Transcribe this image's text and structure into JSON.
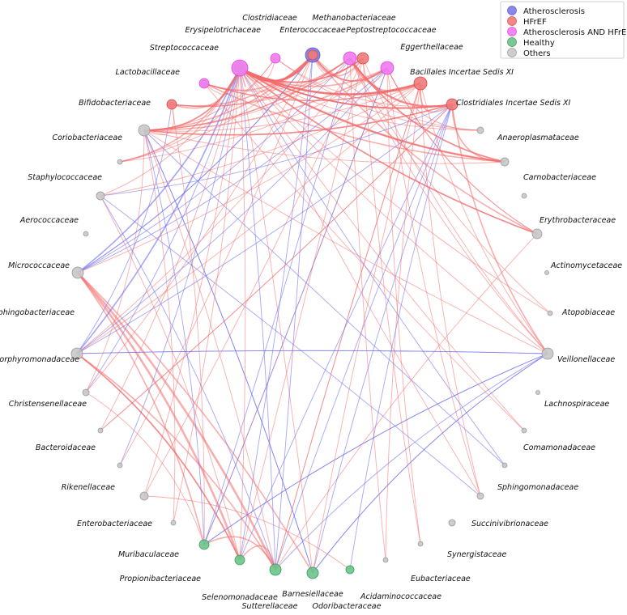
{
  "legend": [
    {
      "key": "athero",
      "label": "Atherosclerosis",
      "color": "#7b7bea"
    },
    {
      "key": "hfref",
      "label": "HFrEF",
      "color": "#f07a7a"
    },
    {
      "key": "both",
      "label": "Atherosclerosis AND HFrEF",
      "color": "#f07af0"
    },
    {
      "key": "healthy",
      "label": "Healthy",
      "color": "#6cc48a"
    },
    {
      "key": "others",
      "label": "Others",
      "color": "#c8c8c8"
    }
  ],
  "edge_colors": {
    "red": "#f36b6b",
    "blue": "#6b6bf0"
  },
  "nodes": [
    {
      "id": "Methanobacteriaceae",
      "group": "hfref",
      "size": 7
    },
    {
      "id": "Peptostreptococcaceae",
      "group": "hfref",
      "size": 8
    },
    {
      "id": "Eggerthellaceae",
      "group": "athero",
      "size": 9
    },
    {
      "id": "Bacillales Incertae Sedis XI",
      "group": "hfref",
      "size": 7
    },
    {
      "id": "Clostridiales Incertae Sedis XI",
      "group": "others",
      "size": 4
    },
    {
      "id": "Anaeroplasmataceae",
      "group": "others",
      "size": 5
    },
    {
      "id": "",
      "group": "others",
      "size": 3
    },
    {
      "id": "Carnobacteriaceae",
      "group": "others",
      "size": 6
    },
    {
      "id": "Erythrobacteraceae",
      "group": "others",
      "size": 2.5
    },
    {
      "id": "Actinomycetaceae",
      "group": "others",
      "size": 3
    },
    {
      "id": "Atopobiaceae",
      "group": "others",
      "size": 7
    },
    {
      "id": "Veillonellaceae",
      "group": "others",
      "size": 2.5
    },
    {
      "id": "Lachnospiraceae",
      "group": "others",
      "size": 3
    },
    {
      "id": "Comamonadaceae",
      "group": "others",
      "size": 3
    },
    {
      "id": "Sphingomonadaceae",
      "group": "others",
      "size": 4
    },
    {
      "id": "",
      "group": "others",
      "size": 4
    },
    {
      "id": "Succinivibrionaceae",
      "group": "others",
      "size": 3
    },
    {
      "id": "Synergistaceae",
      "group": "others",
      "size": 3
    },
    {
      "id": "Eubacteriaceae",
      "group": "healthy",
      "size": 5
    },
    {
      "id": "Acidaminococcaceae",
      "group": "healthy",
      "size": 7
    },
    {
      "id": "Odoribacteraceae",
      "group": "healthy",
      "size": 7
    },
    {
      "id": "Barnesiellaceae",
      "group": "healthy",
      "size": 6
    },
    {
      "id": "Sutterellaceae",
      "group": "healthy",
      "size": 6
    },
    {
      "id": "Selenomonadaceae",
      "group": "others",
      "size": 3
    },
    {
      "id": "Propionibacteriaceae",
      "group": "others",
      "size": 5
    },
    {
      "id": "Muribaculaceae",
      "group": "others",
      "size": 3
    },
    {
      "id": "Enterobacteriaceae",
      "group": "others",
      "size": 3
    },
    {
      "id": "Rikenellaceae",
      "group": "others",
      "size": 4
    },
    {
      "id": "",
      "group": "others",
      "size": 7
    },
    {
      "id": "Bacteroidaceae",
      "group": "others",
      "size": 7
    },
    {
      "id": "Christensenellaceae",
      "group": "others",
      "size": 3
    },
    {
      "id": "Porphyromonadaceae",
      "group": "others",
      "size": 5
    },
    {
      "id": "Sphingobacteriaceae",
      "group": "others",
      "size": 3
    },
    {
      "id": "Micrococcaceae",
      "group": "others",
      "size": 7
    },
    {
      "id": "Aerococcaceae",
      "group": "others",
      "size": 2.5
    },
    {
      "id": "Staphylococcaceae",
      "group": "others",
      "size": 4
    },
    {
      "id": "Coriobacteriaceae",
      "group": "others",
      "size": 7
    },
    {
      "id": "",
      "group": "both",
      "size": 6
    },
    {
      "id": "Bifidobacteriaceae",
      "group": "both",
      "size": 8
    },
    {
      "id": "Lactobacillaceae",
      "group": "both",
      "size": 8
    },
    {
      "id": "Streptococcaceae",
      "group": "both",
      "size": 10
    },
    {
      "id": "Erysipelotrichaceae",
      "group": "both",
      "size": 6
    },
    {
      "id": "Clostridiaceae",
      "group": "hfref",
      "size": 6
    },
    {
      "id": "Enterococcaceae",
      "group": "hfref",
      "size": 0
    }
  ],
  "edges": [
    [
      0,
      2,
      "red",
      2
    ],
    [
      0,
      40,
      "red",
      2
    ],
    [
      0,
      36,
      "red",
      1
    ],
    [
      0,
      10,
      "red",
      1
    ],
    [
      0,
      28,
      "red",
      1
    ],
    [
      0,
      33,
      "red",
      1
    ],
    [
      1,
      40,
      "red",
      3
    ],
    [
      1,
      36,
      "red",
      2
    ],
    [
      1,
      28,
      "red",
      1
    ],
    [
      1,
      20,
      "red",
      1
    ],
    [
      1,
      10,
      "red",
      1
    ],
    [
      1,
      3,
      "red",
      2
    ],
    [
      1,
      31,
      "red",
      1
    ],
    [
      2,
      40,
      "red",
      2
    ],
    [
      2,
      39,
      "red",
      2
    ],
    [
      2,
      36,
      "red",
      3
    ],
    [
      2,
      29,
      "blue",
      1
    ],
    [
      2,
      21,
      "blue",
      1
    ],
    [
      2,
      7,
      "red",
      2
    ],
    [
      2,
      4,
      "red",
      1
    ],
    [
      3,
      40,
      "red",
      2
    ],
    [
      3,
      38,
      "red",
      3
    ],
    [
      3,
      36,
      "red",
      2
    ],
    [
      3,
      33,
      "red",
      2
    ],
    [
      3,
      10,
      "red",
      2
    ],
    [
      3,
      20,
      "blue",
      1
    ],
    [
      3,
      26,
      "red",
      1
    ],
    [
      3,
      5,
      "red",
      2
    ],
    [
      4,
      40,
      "red",
      1
    ],
    [
      4,
      39,
      "red",
      1
    ],
    [
      4,
      37,
      "red",
      1
    ],
    [
      5,
      40,
      "red",
      3
    ],
    [
      5,
      41,
      "red",
      2
    ],
    [
      5,
      38,
      "red",
      2
    ],
    [
      5,
      36,
      "red",
      1
    ],
    [
      7,
      40,
      "red",
      2
    ],
    [
      7,
      39,
      "red",
      1
    ],
    [
      7,
      20,
      "red",
      1
    ],
    [
      9,
      40,
      "red",
      1
    ],
    [
      9,
      38,
      "red",
      1
    ],
    [
      10,
      40,
      "red",
      1
    ],
    [
      10,
      20,
      "blue",
      1
    ],
    [
      10,
      22,
      "blue",
      1
    ],
    [
      10,
      28,
      "blue",
      1
    ],
    [
      10,
      19,
      "blue",
      1
    ],
    [
      12,
      40,
      "red",
      1
    ],
    [
      12,
      41,
      "red",
      1
    ],
    [
      13,
      40,
      "blue",
      1
    ],
    [
      13,
      33,
      "blue",
      1
    ],
    [
      14,
      40,
      "red",
      1
    ],
    [
      14,
      1,
      "red",
      1
    ],
    [
      14,
      39,
      "red",
      1
    ],
    [
      16,
      39,
      "red",
      1
    ],
    [
      16,
      0,
      "red",
      1
    ],
    [
      17,
      38,
      "red",
      1
    ],
    [
      17,
      1,
      "red",
      1
    ],
    [
      18,
      3,
      "blue",
      1
    ],
    [
      18,
      24,
      "red",
      1
    ],
    [
      19,
      10,
      "blue",
      1
    ],
    [
      19,
      3,
      "blue",
      1
    ],
    [
      19,
      1,
      "red",
      1
    ],
    [
      19,
      40,
      "red",
      1
    ],
    [
      19,
      29,
      "red",
      2
    ],
    [
      19,
      33,
      "blue",
      1
    ],
    [
      20,
      29,
      "red",
      3
    ],
    [
      20,
      22,
      "red",
      2
    ],
    [
      20,
      21,
      "red",
      2
    ],
    [
      20,
      40,
      "blue",
      1
    ],
    [
      20,
      2,
      "blue",
      1
    ],
    [
      20,
      1,
      "red",
      1
    ],
    [
      20,
      43,
      "red",
      1
    ],
    [
      20,
      31,
      "blue",
      1
    ],
    [
      21,
      29,
      "red",
      3
    ],
    [
      21,
      28,
      "red",
      2
    ],
    [
      21,
      40,
      "red",
      1
    ],
    [
      21,
      3,
      "blue",
      1
    ],
    [
      21,
      0,
      "red",
      1
    ],
    [
      22,
      29,
      "red",
      2
    ],
    [
      22,
      38,
      "blue",
      1
    ],
    [
      22,
      39,
      "red",
      1
    ],
    [
      22,
      10,
      "blue",
      1
    ],
    [
      22,
      42,
      "red",
      1
    ],
    [
      22,
      27,
      "red",
      1
    ],
    [
      23,
      40,
      "red",
      1
    ],
    [
      23,
      43,
      "red",
      1
    ],
    [
      24,
      40,
      "red",
      1
    ],
    [
      24,
      0,
      "red",
      1
    ],
    [
      25,
      40,
      "blue",
      1
    ],
    [
      25,
      2,
      "red",
      1
    ],
    [
      26,
      40,
      "red",
      1
    ],
    [
      26,
      3,
      "red",
      1
    ],
    [
      27,
      40,
      "blue",
      1
    ],
    [
      27,
      43,
      "red",
      1
    ],
    [
      27,
      2,
      "red",
      1
    ],
    [
      28,
      40,
      "blue",
      2
    ],
    [
      28,
      39,
      "blue",
      1
    ],
    [
      28,
      3,
      "blue",
      1
    ],
    [
      28,
      10,
      "blue",
      1
    ],
    [
      28,
      42,
      "blue",
      1
    ],
    [
      28,
      21,
      "red",
      2
    ],
    [
      28,
      20,
      "red",
      2
    ],
    [
      29,
      40,
      "blue",
      2
    ],
    [
      29,
      39,
      "blue",
      1
    ],
    [
      29,
      2,
      "blue",
      1
    ],
    [
      29,
      38,
      "blue",
      1
    ],
    [
      29,
      1,
      "red",
      1
    ],
    [
      31,
      40,
      "red",
      1
    ],
    [
      31,
      14,
      "blue",
      1
    ],
    [
      31,
      3,
      "blue",
      1
    ],
    [
      31,
      21,
      "red",
      1
    ],
    [
      32,
      40,
      "red",
      2
    ],
    [
      32,
      39,
      "red",
      1
    ],
    [
      32,
      2,
      "red",
      1
    ],
    [
      33,
      40,
      "red",
      2
    ],
    [
      33,
      38,
      "red",
      1
    ],
    [
      33,
      10,
      "red",
      1
    ],
    [
      33,
      22,
      "blue",
      1
    ],
    [
      33,
      1,
      "red",
      1
    ],
    [
      33,
      19,
      "blue",
      1
    ],
    [
      35,
      40,
      "red",
      1
    ],
    [
      35,
      1,
      "red",
      1
    ],
    [
      36,
      40,
      "red",
      2
    ],
    [
      36,
      2,
      "red",
      3
    ],
    [
      36,
      3,
      "red",
      2
    ],
    [
      36,
      1,
      "red",
      1
    ],
    [
      36,
      7,
      "red",
      2
    ],
    [
      36,
      0,
      "red",
      1
    ],
    [
      37,
      40,
      "red",
      1
    ],
    [
      37,
      43,
      "red",
      1
    ],
    [
      37,
      3,
      "red",
      1
    ],
    [
      37,
      32,
      "red",
      1
    ],
    [
      38,
      3,
      "red",
      2
    ],
    [
      38,
      42,
      "red",
      2
    ],
    [
      38,
      1,
      "red",
      2
    ],
    [
      38,
      2,
      "red",
      1
    ],
    [
      38,
      33,
      "red",
      2
    ],
    [
      38,
      10,
      "red",
      1
    ],
    [
      38,
      5,
      "red",
      2
    ],
    [
      39,
      40,
      "red",
      2
    ],
    [
      39,
      2,
      "red",
      2
    ],
    [
      39,
      0,
      "red",
      1
    ],
    [
      39,
      43,
      "red",
      2
    ],
    [
      39,
      7,
      "red",
      1
    ],
    [
      39,
      22,
      "blue",
      1
    ],
    [
      40,
      2,
      "red",
      3
    ],
    [
      40,
      1,
      "red",
      3
    ],
    [
      40,
      0,
      "red",
      2
    ],
    [
      40,
      43,
      "red",
      2
    ],
    [
      40,
      42,
      "red",
      2
    ],
    [
      40,
      5,
      "red",
      2
    ],
    [
      40,
      3,
      "red",
      2
    ],
    [
      41,
      2,
      "red",
      2
    ],
    [
      41,
      1,
      "red",
      2
    ],
    [
      41,
      38,
      "red",
      1
    ],
    [
      42,
      2,
      "red",
      2
    ],
    [
      42,
      0,
      "red",
      1
    ],
    [
      42,
      43,
      "red",
      1
    ],
    [
      43,
      2,
      "red",
      2
    ],
    [
      43,
      3,
      "red",
      2
    ],
    [
      43,
      5,
      "red",
      1
    ]
  ]
}
